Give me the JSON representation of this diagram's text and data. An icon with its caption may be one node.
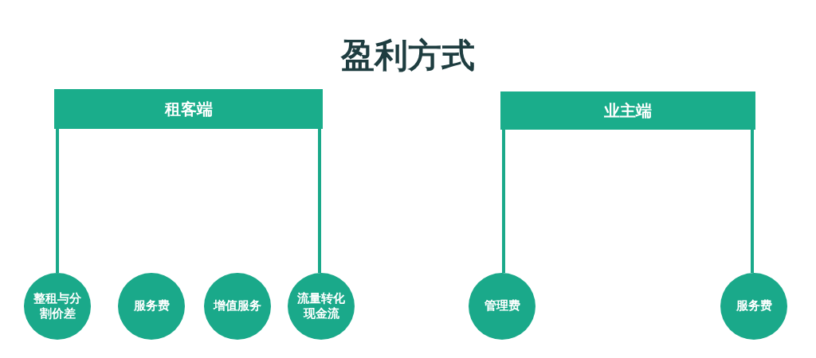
{
  "diagram": {
    "title": "盈利方式",
    "nodes": [
      {
        "text": [
          "租客端"
        ]
      },
      {
        "text": [
          "业主端"
        ]
      },
      {
        "text": [
          "整租与分割价差"
        ]
      },
      {
        "text": [
          "服务费"
        ]
      },
      {
        "text": [
          "增值服务"
        ]
      },
      {
        "text": [
          "流量转化现金流"
        ]
      },
      {
        "text": [
          "管理费"
        ]
      },
      {
        "text": [
          "服务费"
        ]
      }
    ],
    "edges": [
      {
        "from": 0,
        "to": 2,
        "arrow": "none"
      },
      {
        "from": 0,
        "to": 5,
        "arrow": "none"
      },
      {
        "from": 1,
        "to": 6,
        "arrow": "none"
      },
      {
        "from": 1,
        "to": 7,
        "arrow": "none"
      }
    ]
  }
}
